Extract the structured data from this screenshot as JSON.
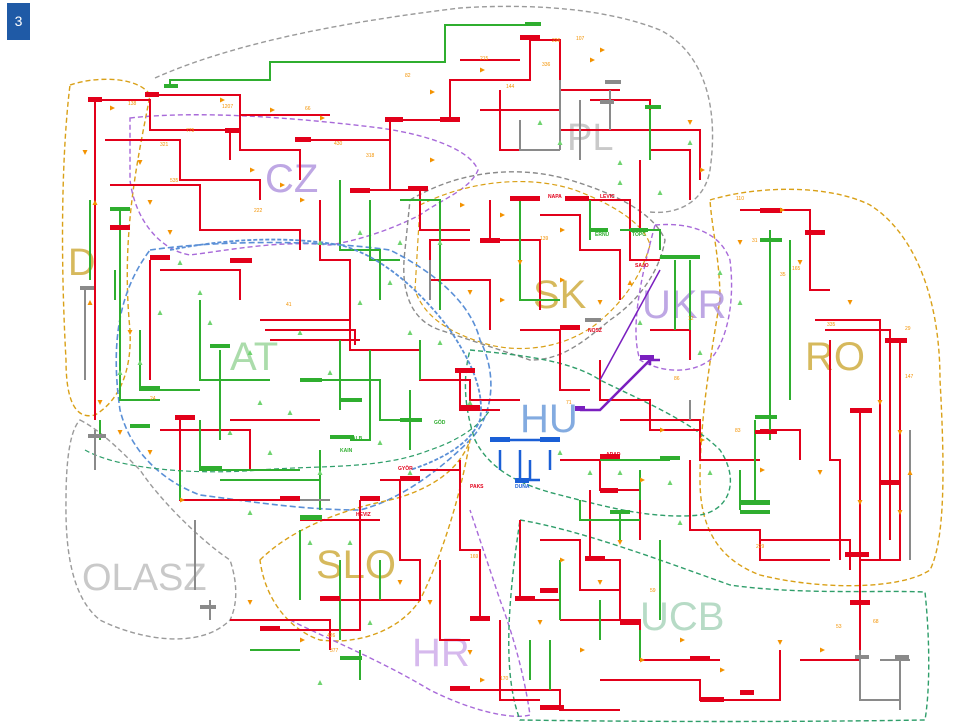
{
  "slide": {
    "number": "3"
  },
  "colors": {
    "line_400kv": "#e2001a",
    "line_220kv": "#2fae2f",
    "line_hvdc": "#1a5fd6",
    "line_dc_purple": "#7a1fbf",
    "line_other": "#8a8a8a",
    "flow_arrow": "#f39200",
    "flow_arrow_green": "#6fd36f",
    "boundary_gray": "#9a9a9a",
    "boundary_orange": "#d9a017",
    "boundary_green": "#2f9e6a",
    "boundary_purple": "#a86ad9",
    "boundary_blue": "#5a8fd6",
    "region_text": "#c9a227"
  },
  "regions": [
    {
      "id": "pl",
      "label": "PL",
      "color": "#b8b8b8"
    },
    {
      "id": "cz",
      "label": "CZ",
      "color": "#a98adb"
    },
    {
      "id": "sk",
      "label": "SK",
      "color": "#c9a227"
    },
    {
      "id": "ukr",
      "label": "UKR",
      "color": "#a98adb"
    },
    {
      "id": "ro",
      "label": "RO",
      "color": "#c9a227"
    },
    {
      "id": "at",
      "label": "AT",
      "color": "#8fd18f"
    },
    {
      "id": "hu",
      "label": "HU",
      "color": "#5a8fd6"
    },
    {
      "id": "slo",
      "label": "SLO",
      "color": "#c9a227"
    },
    {
      "id": "hr",
      "label": "HR",
      "color": "#c9a2e8"
    },
    {
      "id": "ucb",
      "label": "UCB",
      "color": "#9fd0b3"
    },
    {
      "id": "olasz",
      "label": "OLASZ",
      "color": "#b8b8b8"
    },
    {
      "id": "de",
      "label": "D",
      "color": "#c9a227"
    }
  ],
  "bus_labels": [
    {
      "text": "NAPA"
    },
    {
      "text": "LEVIC"
    },
    {
      "text": "NOSZ"
    },
    {
      "text": "GÖD"
    },
    {
      "text": "ARAD"
    },
    {
      "text": "DUNA"
    },
    {
      "text": "PAKS"
    },
    {
      "text": "ALB"
    },
    {
      "text": "SAJO"
    },
    {
      "text": "GYÖR"
    },
    {
      "text": "HEVIZ"
    },
    {
      "text": "TOPC"
    },
    {
      "text": "ERNU"
    },
    {
      "text": "KAIN"
    }
  ],
  "flow_labels": [
    "82",
    "226",
    "107",
    "215",
    "138",
    "336",
    "144",
    "1207",
    "775",
    "321",
    "535",
    "222",
    "430",
    "318",
    "66",
    "110",
    "29",
    "35",
    "139",
    "165",
    "147",
    "169",
    "170",
    "229",
    "335",
    "426",
    "377",
    "71",
    "59",
    "86",
    "31",
    "12",
    "83",
    "68",
    "53",
    "41",
    "24"
  ]
}
